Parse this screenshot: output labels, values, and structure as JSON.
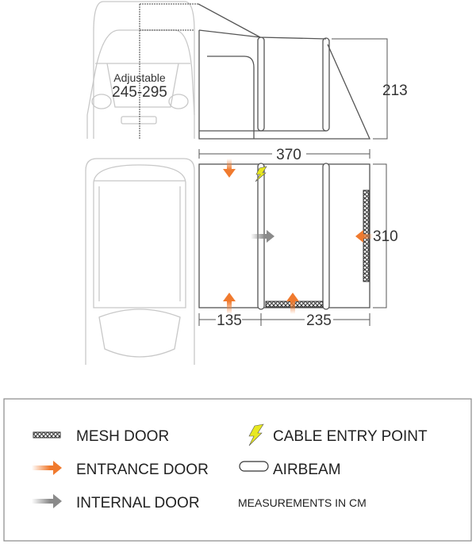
{
  "diagram": {
    "adjustable_label": "Adjustable",
    "adjustable_range": "245-295",
    "height_dim": "213",
    "total_length_dim": "370",
    "depth_dim": "310",
    "section1_dim": "135",
    "section2_dim": "235"
  },
  "legend": {
    "mesh_door": "MESH DOOR",
    "entrance_door": "ENTRANCE DOOR",
    "internal_door": "INTERNAL DOOR",
    "cable_entry": "CABLE ENTRY POINT",
    "airbeam": "AIRBEAM",
    "units_note": "MEASUREMENTS IN CM"
  },
  "colors": {
    "entrance": "#f07a2e",
    "internal": "#8a8a8a",
    "cable": "#e8e820"
  }
}
